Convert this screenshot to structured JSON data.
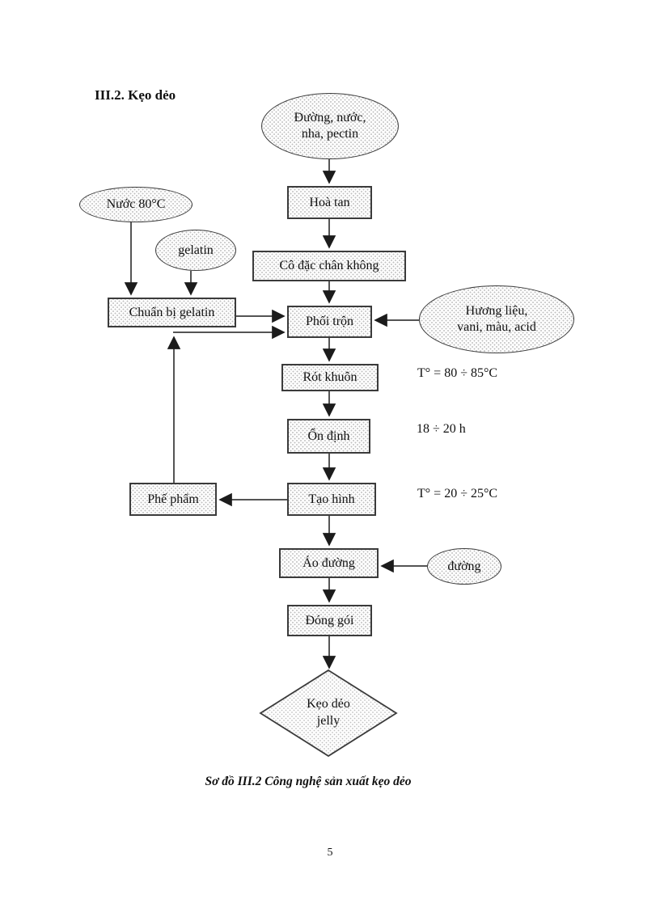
{
  "document": {
    "heading": "III.2. Kẹo dẻo",
    "caption": "Sơ đồ III.2 Công nghệ sản xuất kẹo dẻo",
    "page_number": "5"
  },
  "flowchart": {
    "nodes": {
      "ingredients": {
        "shape": "ellipse",
        "label": "Đường, nước,\nnha, pectin"
      },
      "hoa_tan": {
        "shape": "rect",
        "label": "Hoà tan"
      },
      "co_dac": {
        "shape": "rect",
        "label": "Cô đặc chân không"
      },
      "nuoc_80": {
        "shape": "ellipse",
        "label": "Nước 80°C"
      },
      "gelatin": {
        "shape": "ellipse",
        "label": "gelatin"
      },
      "chuan_bi_gelatin": {
        "shape": "rect",
        "label": "Chuẩn bị gelatin"
      },
      "phoi_tron": {
        "shape": "rect",
        "label": "Phối trộn"
      },
      "huong_lieu": {
        "shape": "ellipse",
        "label": "Hương liệu,\nvani, màu, acid"
      },
      "rot_khuon": {
        "shape": "rect",
        "label": "Rót khuôn"
      },
      "on_dinh": {
        "shape": "rect",
        "label": "Ổn định"
      },
      "tao_hinh": {
        "shape": "rect",
        "label": "Tạo hình"
      },
      "phe_pham": {
        "shape": "rect",
        "label": "Phế phẩm"
      },
      "ao_duong": {
        "shape": "rect",
        "label": "Áo đường"
      },
      "duong": {
        "shape": "ellipse",
        "label": "đường"
      },
      "dong_goi": {
        "shape": "rect",
        "label": "Đóng gói"
      },
      "san_pham": {
        "shape": "diamond",
        "label": "Kẹo dẻo\njelly"
      }
    },
    "annotations": {
      "rot_khuon_temp": "T° = 80 ÷ 85°C",
      "on_dinh_time": "18 ÷ 20 h",
      "tao_hinh_temp": "T° = 20 ÷ 25°C"
    }
  },
  "colors": {
    "shape_border": "#3b3b3b",
    "shape_fill_dots": "#c0c0c0",
    "text": "#111111",
    "page_background": "#ffffff"
  }
}
